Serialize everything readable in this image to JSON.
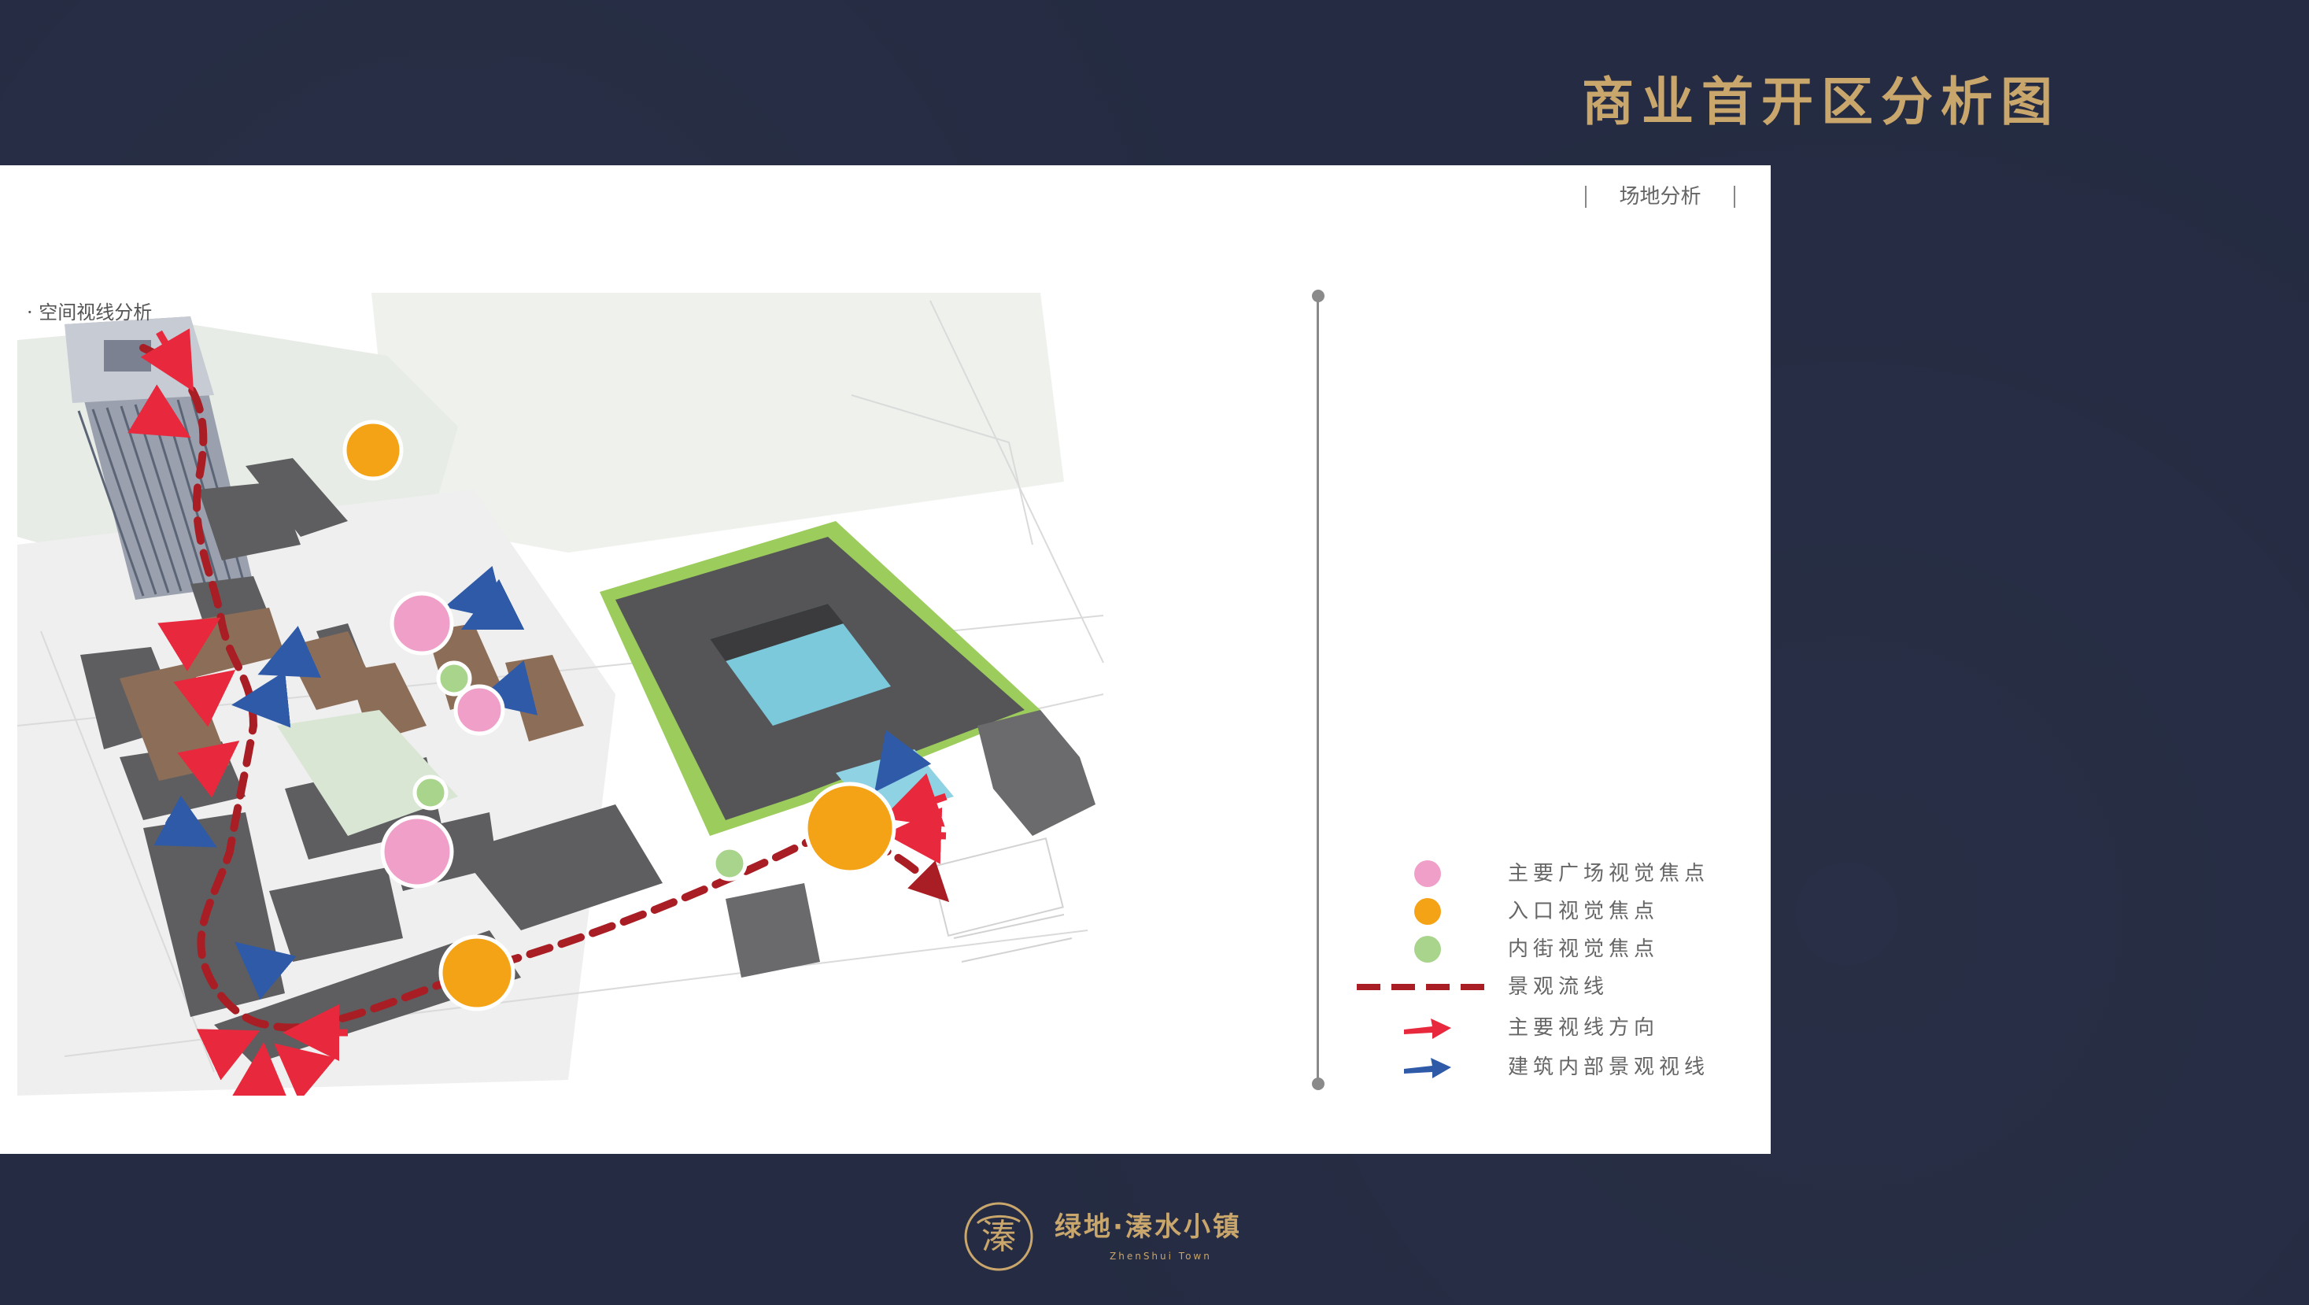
{
  "page": {
    "title": "商业首开区分析图",
    "section_tag": "场地分析",
    "subtitle": "· 空间视线分析"
  },
  "legend": {
    "items": [
      {
        "label": "主要广场视觉焦点",
        "symbol": "circle",
        "color": "#f0a0c8"
      },
      {
        "label": "入口视觉焦点",
        "symbol": "circle",
        "color": "#f5a316"
      },
      {
        "label": "内街视觉焦点",
        "symbol": "circle",
        "color": "#a8d48c"
      },
      {
        "label": "景观流线",
        "symbol": "dashed-line",
        "color": "#a81e24"
      },
      {
        "label": "主要视线方向",
        "symbol": "arrow",
        "color": "#e8283c"
      },
      {
        "label": "建筑内部景观视线",
        "symbol": "arrow",
        "color": "#2e5aa8"
      }
    ]
  },
  "brand": {
    "name": "绿地·溱水小镇",
    "english": "ZhenShui Town",
    "logo_icon": "qin-seal-icon",
    "logo_glyph": "溱"
  },
  "colors": {
    "background": "#242b42",
    "gold": "#c9a66b",
    "panel": "#ffffff",
    "pink_focus": "#f0a0c8",
    "orange_focus": "#f5a316",
    "green_focus": "#a8d48c",
    "route": "#a81e24",
    "red_arrow": "#e8283c",
    "blue_arrow": "#2e5aa8"
  }
}
